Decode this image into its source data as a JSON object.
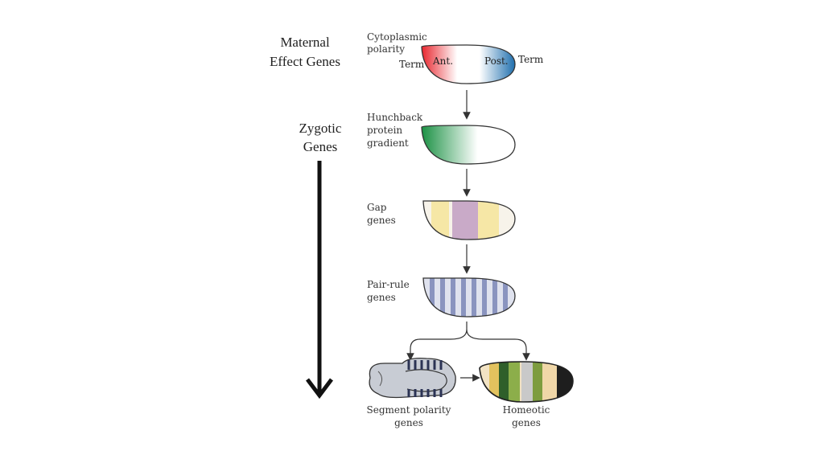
{
  "side_labels": {
    "maternal": [
      "Maternal",
      "Effect Genes"
    ],
    "zygotic": [
      "Zygotic",
      "Genes"
    ]
  },
  "stages": {
    "cytoplasmic": [
      "Cytoplasmic",
      "polarity"
    ],
    "hunchback": [
      "Hunchback",
      "protein",
      "gradient"
    ],
    "gap": [
      "Gap",
      "genes"
    ],
    "pair_rule": [
      "Pair-rule",
      "genes"
    ],
    "segment_polarity": [
      "Segment polarity",
      "genes"
    ],
    "homeotic": [
      "Homeotic",
      "genes"
    ]
  },
  "egg_labels": {
    "term_left": "Term",
    "ant": "Ant.",
    "post": "Post.",
    "term_right": "Term"
  },
  "colors": {
    "anterior_red": "#e8262e",
    "posterior_blue": "#1f6fae",
    "hunchback_green": "#1b9144",
    "gap_yellow": "#f6e7a6",
    "gap_purple": "#c9aac8",
    "pair_rule_stripe": "#8a94bf",
    "pair_rule_fill": "#dfe2ee",
    "outline": "#333333"
  }
}
